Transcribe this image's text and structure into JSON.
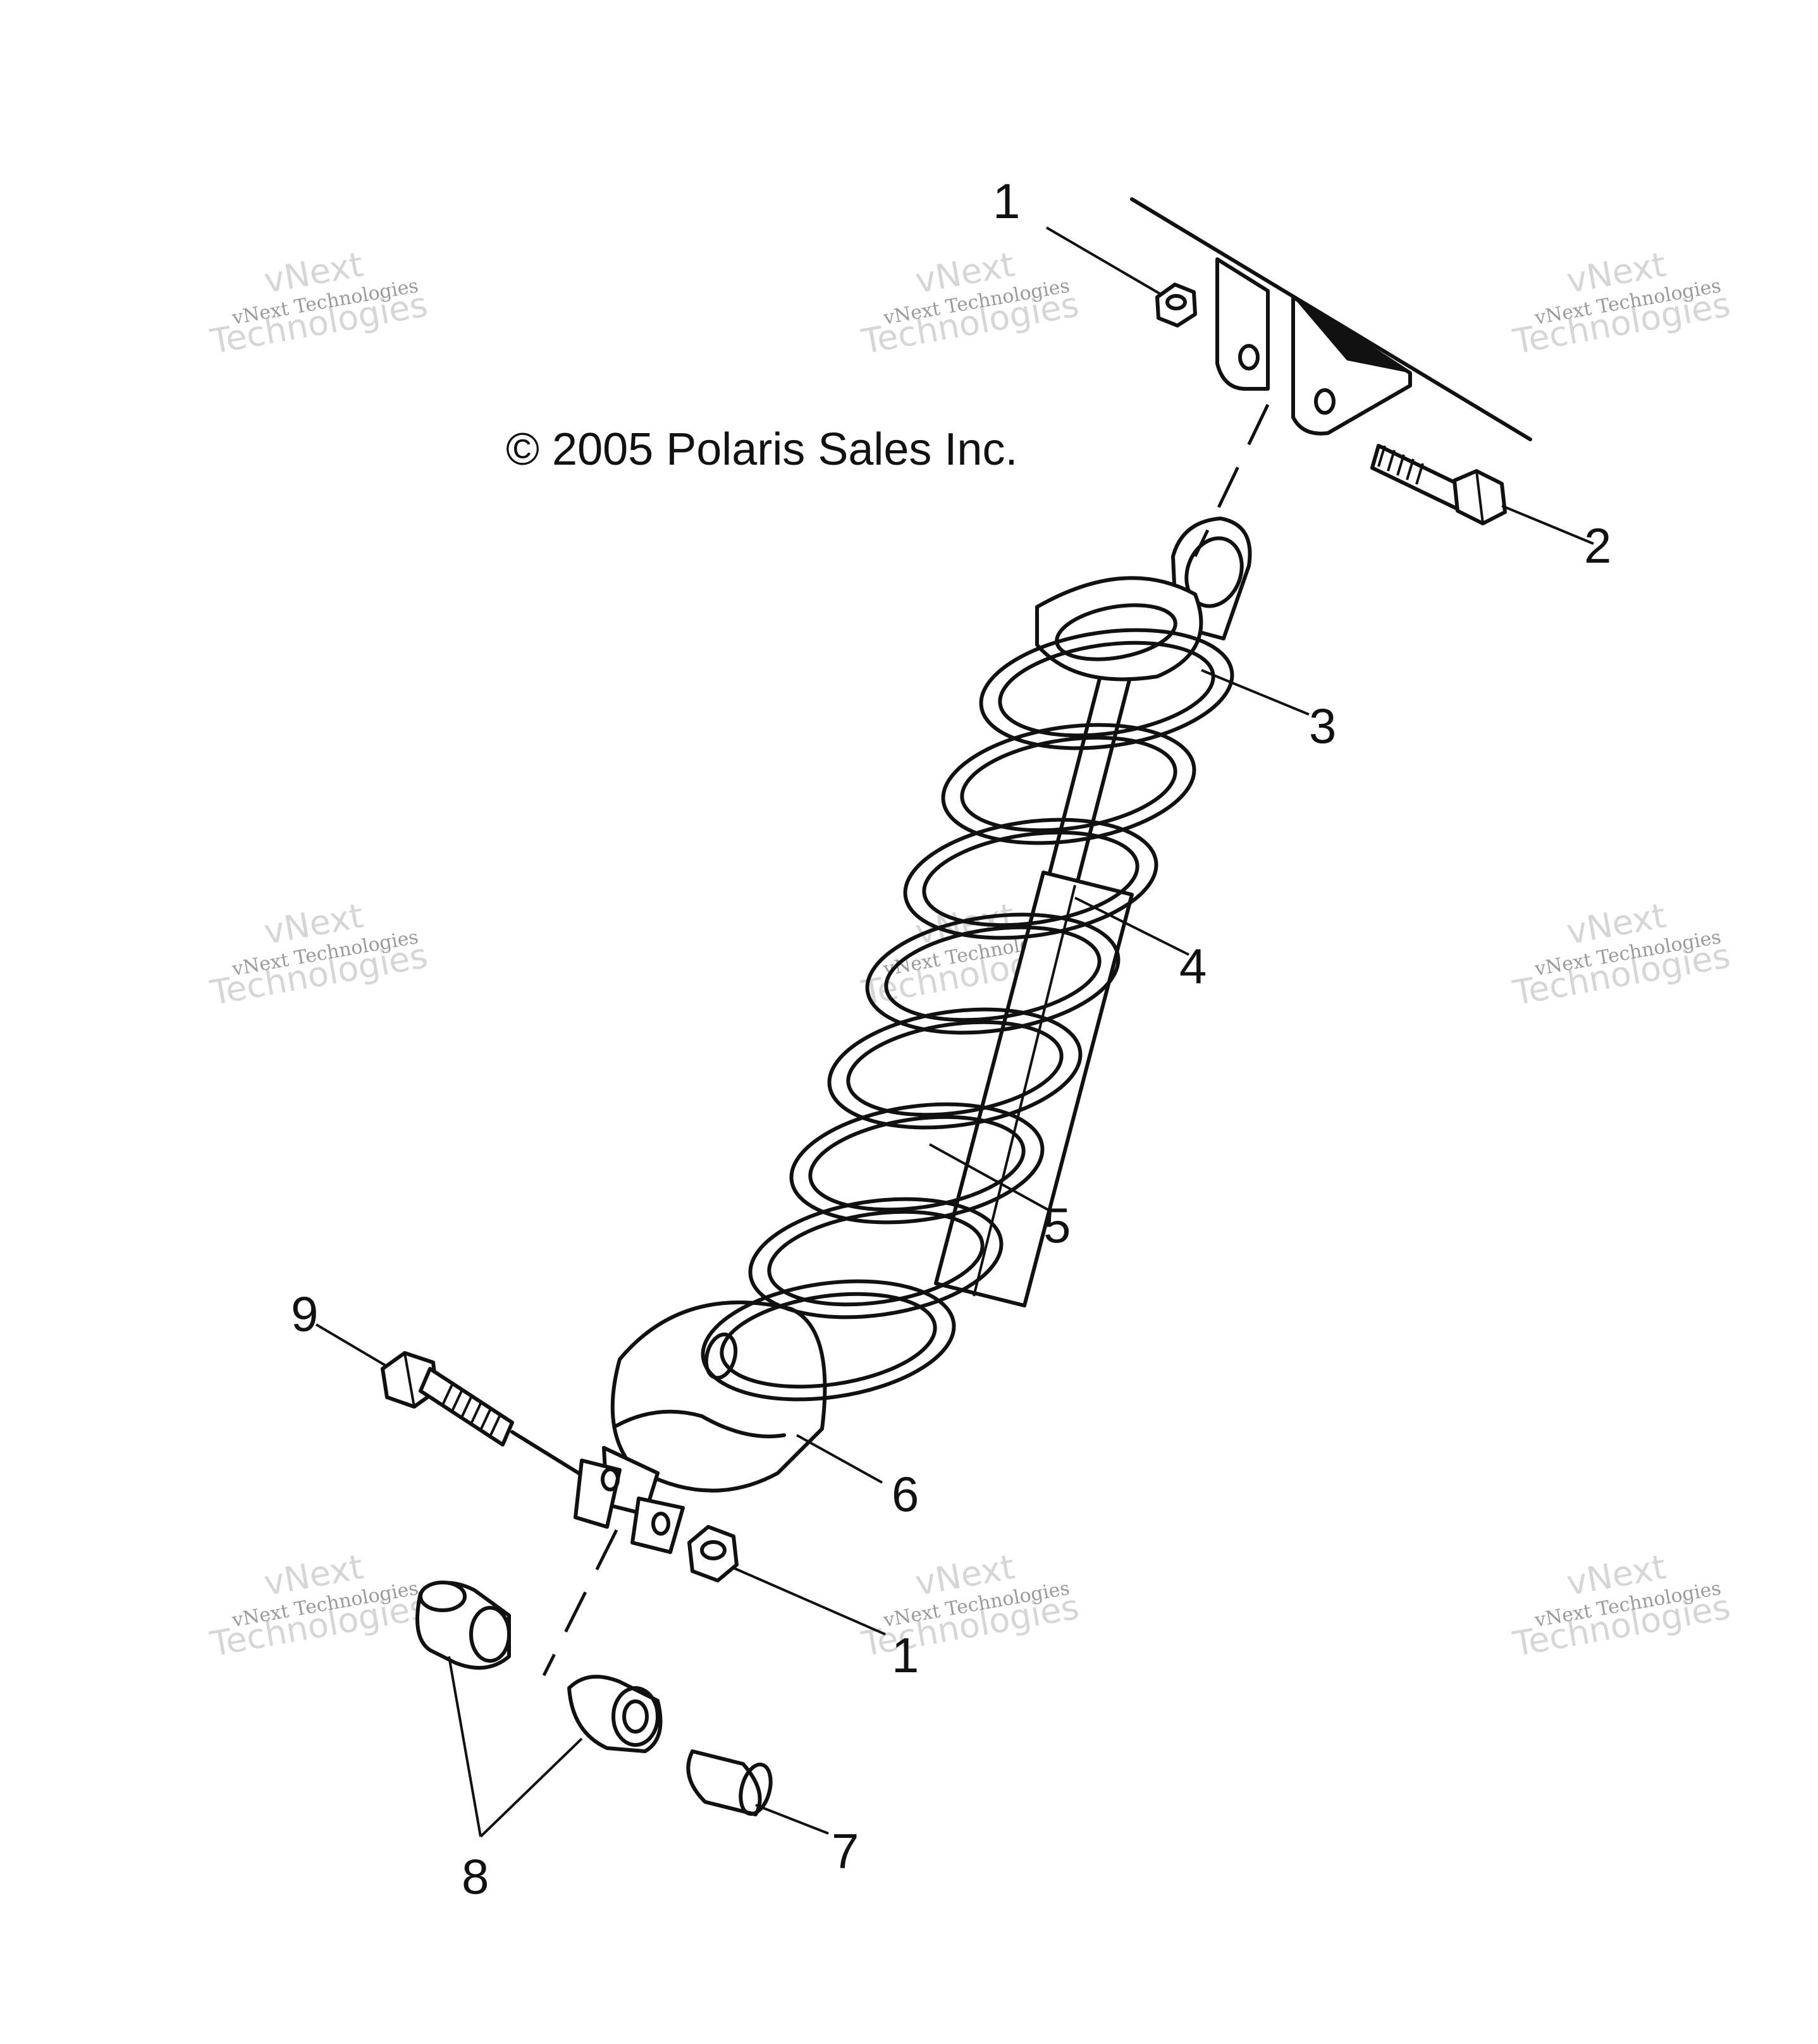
{
  "copyright": "© 2005 Polaris Sales Inc.",
  "watermark": {
    "small": "vNext Technologies",
    "large": "Technologies",
    "top": "vNext"
  },
  "callouts": {
    "c1a": "1",
    "c2": "2",
    "c3": "3",
    "c4": "4",
    "c5": "5",
    "c6": "6",
    "c1b": "1",
    "c7": "7",
    "c8": "8",
    "c9": "9"
  },
  "colors": {
    "ink": "#111111",
    "background": "#ffffff",
    "watermark": "#d6d6d6"
  }
}
